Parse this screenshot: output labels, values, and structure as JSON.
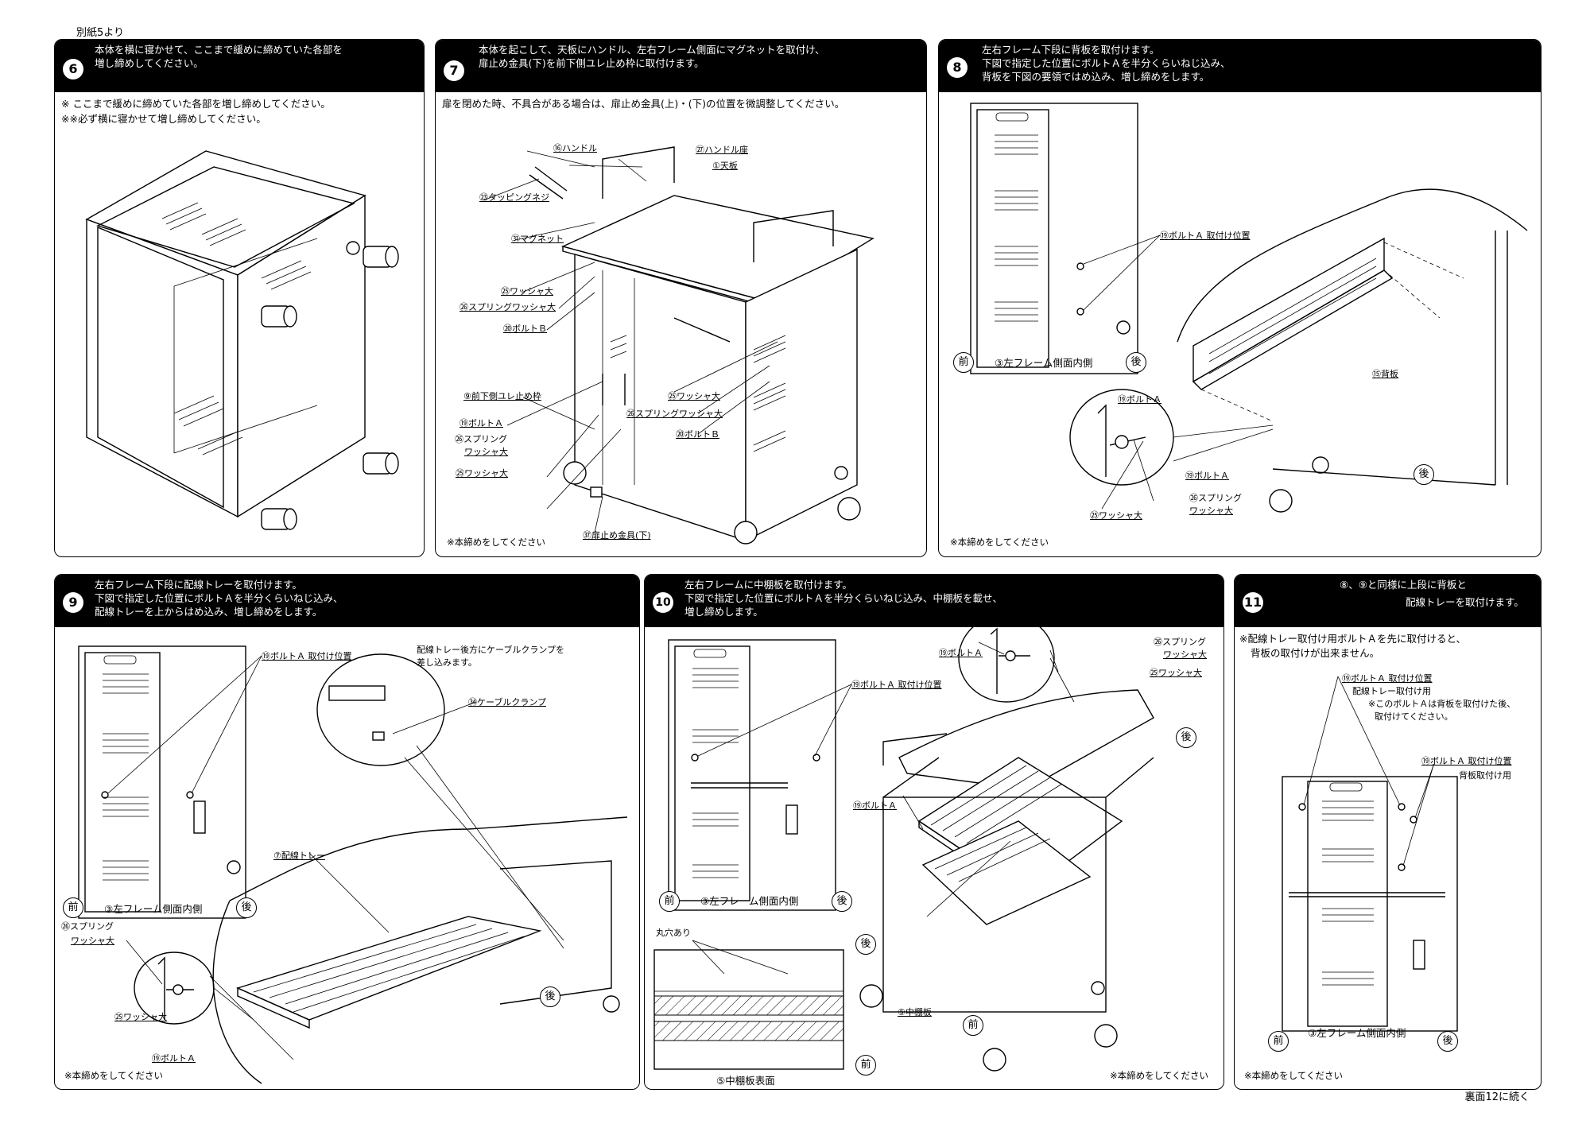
{
  "page": {
    "top_note": "別紙5より",
    "bottom_note": "裏面12に続く"
  },
  "steps": [
    {
      "num": "6",
      "header": [
        "本体を横に寝かせて、ここまで緩めに締めていた各部を",
        "増し締めしてください。"
      ],
      "notes": [
        "※ ここまで緩めに締めていた各部を増し締めしてください。",
        "※※必ず横に寝かせて増し締めしてください。"
      ]
    },
    {
      "num": "7",
      "header": [
        "本体を起こして、天板にハンドル、左右フレーム側面にマグネットを取付け、",
        "扉止め金具(下)を前下側ユレ止め枠に取付けます。"
      ],
      "notes": [
        "扉を閉めた時、不具合がある場合は、扉止め金具(上)・(下)の位置を微調整してください。"
      ],
      "labels": [
        "⑯ハンドル",
        "㉗ハンドル座",
        "①天板",
        "㉓タッピングネジ",
        "㉛マグネット",
        "㉕ワッシャ大",
        "㉖スプリングワッシャ大",
        "⑳ボルトＢ",
        "⑨前下側ユレ止め枠",
        "⑲ボルトＡ",
        "㉖スプリング",
        "ワッシャ大",
        "㉕ワッシャ大",
        "㉕ワッシャ大",
        "㉖スプリングワッシャ大",
        "⑳ボルトＢ",
        "㊲扉止め金具(下)"
      ],
      "footer": "※本締めをしてください"
    },
    {
      "num": "8",
      "header": [
        "左右フレーム下段に背板を取付けます。",
        "下図で指定した位置にボルトＡを半分くらいねじ込み、",
        "背板を下図の要領ではめ込み、増し締めをします。"
      ],
      "labels": [
        "⑲ボルトＡ 取付け位置",
        "⑮背板",
        "⑲ボルトＡ",
        "⑲ボルトＡ",
        "㉖スプリング",
        "ワッシャ大",
        "㉕ワッシャ大"
      ],
      "caption": "③左フレーム側面内側",
      "front": "前",
      "back": "後",
      "back2": "後",
      "footer": "※本締めをしてください"
    },
    {
      "num": "9",
      "header": [
        "左右フレーム下段に配線トレーを取付けます。",
        "下図で指定した位置にボルトＡを半分くらいねじ込み、",
        "配線トレーを上からはめ込み、増し締めをします。"
      ],
      "labels": [
        "⑲ボルトＡ 取付け位置",
        "㉞ケーブルクランプ",
        "⑦配線トレー",
        "㉖スプリング",
        "ワッシャ大",
        "㉕ワッシャ大",
        "⑲ボルトＡ"
      ],
      "clamp_note": [
        "配線トレー後方にケーブルクランプを",
        "差し込みます。"
      ],
      "caption": "③左フレーム側面内側",
      "front": "前",
      "back": "後",
      "back2": "後",
      "footer": "※本締めをしてください"
    },
    {
      "num": "10",
      "header": [
        "左右フレームに中棚板を取付けます。",
        "下図で指定した位置にボルトＡを半分くらいねじ込み、中棚板を載せ、",
        "増し締めします。"
      ],
      "labels": [
        "⑲ボルトＡ 取付け位置",
        "⑲ボルトＡ",
        "⑲ボルトＡ",
        "㉖スプリング",
        "ワッシャ大",
        "㉕ワッシャ大",
        "⑤中棚板"
      ],
      "hole_note": "丸穴あり",
      "caption": "③左フレーム側面内側",
      "caption2": "⑤中棚板表面",
      "front": "前",
      "back": "後",
      "back_top": "後",
      "front_bottom": "前",
      "back_right": "後",
      "front_right": "前",
      "footer": "※本締めをしてください"
    },
    {
      "num": "11",
      "header": [
        "⑧、⑨と同様に上段に背板と",
        "配線トレーを取付けます。"
      ],
      "notes": [
        "※配線トレー取付け用ボルトＡを先に取付けると、",
        "背板の取付けが出来ません。"
      ],
      "labels": [
        "⑲ボルトＡ 取付け位置",
        "⑲ボルトＡ 取付け位置"
      ],
      "sub1": [
        "配線トレー取付け用",
        "※このボルトＡは背板を取付けた後、",
        "取付けてください。"
      ],
      "sub2": "背板取付け用",
      "caption": "③左フレーム側面内側",
      "front": "前",
      "back": "後",
      "footer": "※本締めをしてください"
    }
  ]
}
